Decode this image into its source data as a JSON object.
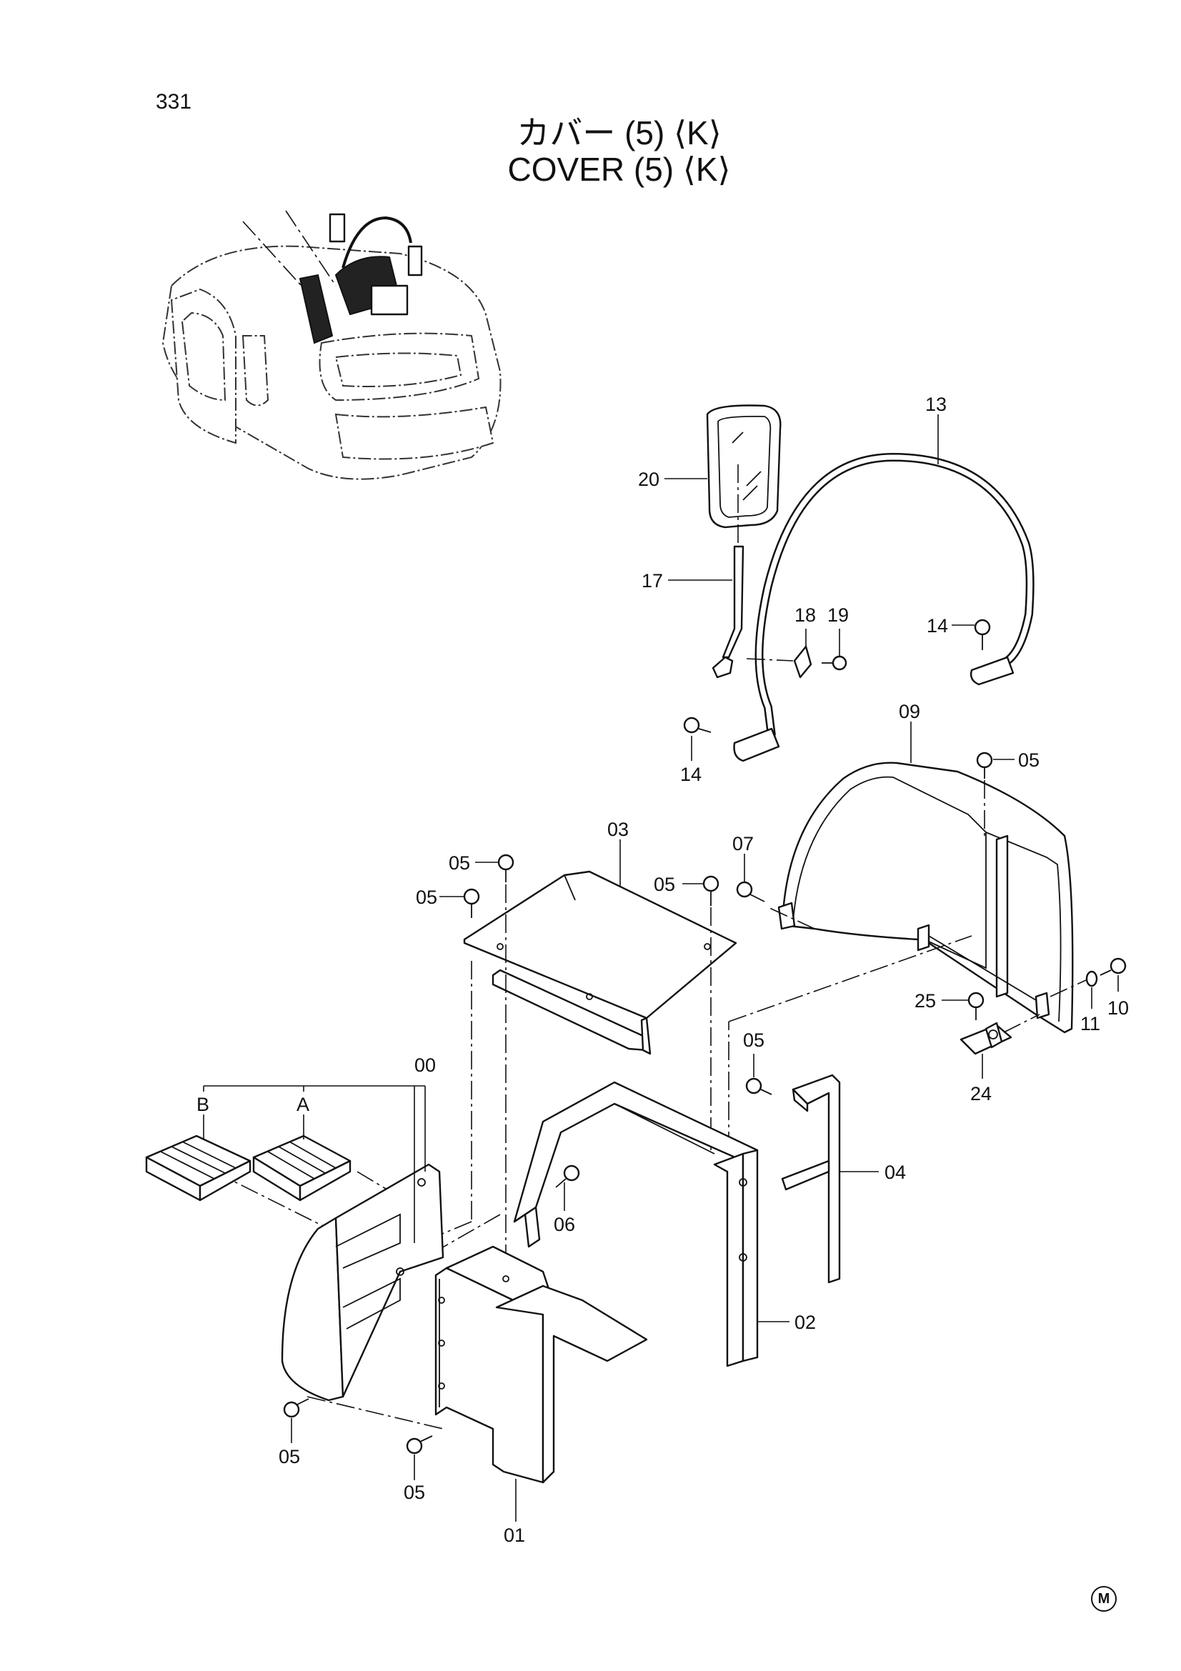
{
  "page": {
    "number": "331",
    "corner_mark": "M"
  },
  "title": {
    "ja": "カバー (5) ⟨K⟩",
    "en": "COVER (5) ⟨K⟩"
  },
  "callouts": [
    "13",
    "20",
    "17",
    "18",
    "19",
    "14",
    "14",
    "09",
    "05",
    "03",
    "05",
    "05",
    "05",
    "07",
    "25",
    "10",
    "11",
    "24",
    "00",
    "B",
    "A",
    "05",
    "06",
    "04",
    "02",
    "05",
    "05",
    "01"
  ]
}
